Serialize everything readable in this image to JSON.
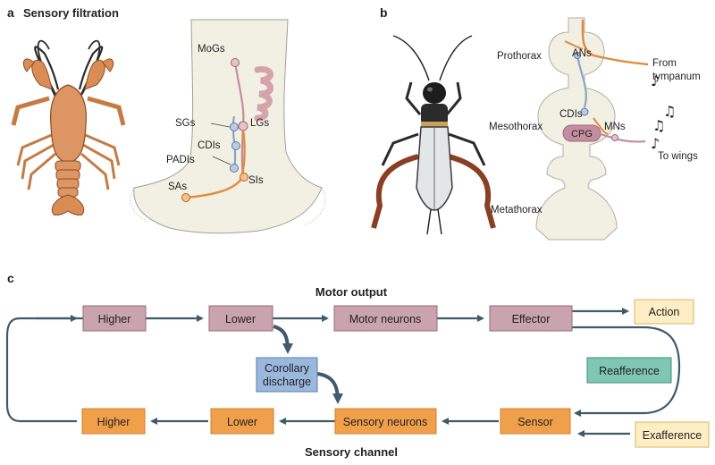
{
  "panel_a": {
    "letter": "a",
    "title": "Sensory filtration",
    "labels": {
      "mogs": "MoGs",
      "sgs": "SGs",
      "lgs": "LGs",
      "cdis": "CDIs",
      "padis": "PADIs",
      "sas": "SAs",
      "sis": "SIs"
    }
  },
  "panel_b": {
    "letter": "b",
    "labels": {
      "prothorax": "Prothorax",
      "mesothorax": "Mesothorax",
      "metathorax": "Metathorax",
      "ans": "ANs",
      "from_tympanum_1": "From",
      "from_tympanum_2": "tympanum",
      "cdis": "CDIs",
      "mns": "MNs",
      "cpg": "CPG",
      "to_wings": "To wings"
    }
  },
  "panel_c": {
    "letter": "c",
    "motor_title": "Motor output",
    "sensory_title": "Sensory channel",
    "motor_boxes": [
      "Higher",
      "Lower",
      "Motor neurons",
      "Effector"
    ],
    "sensory_boxes": [
      "Higher",
      "Lower",
      "Sensory neurons",
      "Sensor"
    ],
    "corollary_1": "Corollary",
    "corollary_2": "discharge",
    "action": "Action",
    "reafference": "Reafference",
    "exafference": "Exafference"
  },
  "colors": {
    "motor_fill": "#c9a3ad",
    "motor_stroke": "#9b6a78",
    "sensory_fill": "#f0a04b",
    "sensory_stroke": "#d57f24",
    "corollary_fill": "#9ab8dd",
    "reafference_fill": "#7fc6b3",
    "cream_fill": "#fdeec6",
    "arrow": "#3f5a6b",
    "neuron_orange": "#e08a3c",
    "neuron_blue": "#8aa6c9",
    "neuron_pink": "#c38ea0",
    "tissue": "#f2efe3"
  }
}
